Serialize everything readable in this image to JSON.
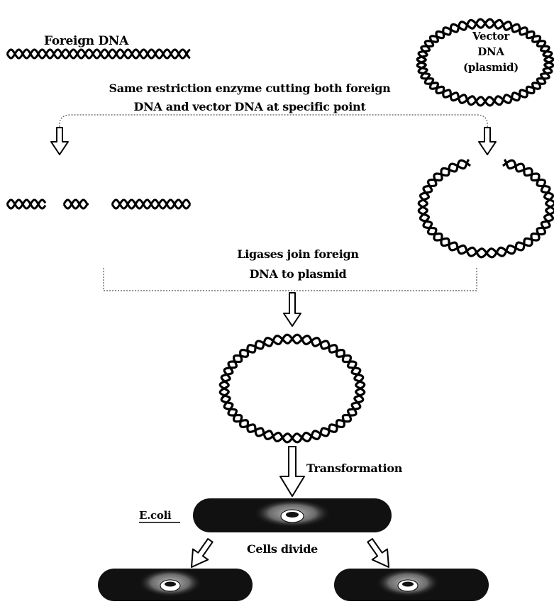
{
  "labels": {
    "foreign_dna": "Foreign DNA",
    "vector_dna_line1": "Vector",
    "vector_dna_line2": "DNA",
    "vector_dna_line3": "(plasmid)",
    "restriction_line1": "Same restriction enzyme cutting both foreign",
    "restriction_line2": "DNA and vector DNA at specific point",
    "ligase_line1": "Ligases join foreign",
    "ligase_line2": "DNA to plasmid",
    "transformation": "Transformation",
    "ecoli": "E.coli",
    "cells_divide": "Cells divide"
  },
  "colors": {
    "ink": "#000000",
    "paper": "#ffffff",
    "cell_fill": "#111111",
    "bracket": "#555555"
  }
}
